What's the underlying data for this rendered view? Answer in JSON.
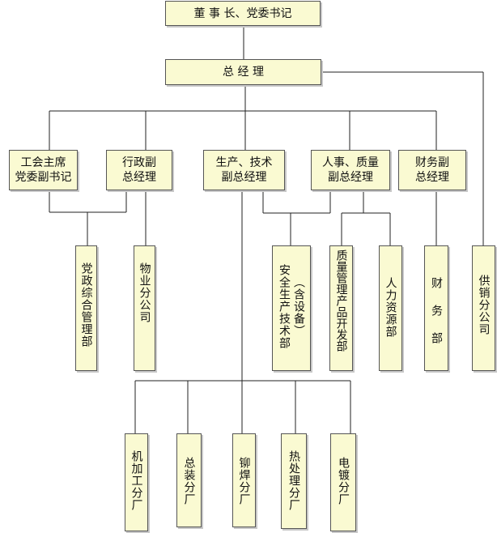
{
  "nodes": {
    "chairman": "董 事 长、党委书记",
    "gm": "总 经 理",
    "union": "工会主席\n党委副书记",
    "admin_vgm": "行政副\n总经理",
    "prod_vgm": "生产、技术\n副总经理",
    "hr_vgm": "人事、质量\n副总经理",
    "fin_vgm": "财务副\n总经理",
    "party_dept": "党政综合管理部",
    "property": "物业分公司",
    "safety_dept": "安全生产技术部\n（含设备）",
    "quality_dept": "质量管理产品开发部",
    "hr_dept": "人力资源部",
    "finance_dept": "财 务 部",
    "supply": "供销分公司",
    "machining": "机加工分厂",
    "assembly": "总装分厂",
    "welding": "铆焊分厂",
    "heat": "热处理分厂",
    "plating": "电镀分厂"
  },
  "colors": {
    "box_fill": "#fafad2",
    "box_border": "#555555",
    "line": "#222222"
  }
}
